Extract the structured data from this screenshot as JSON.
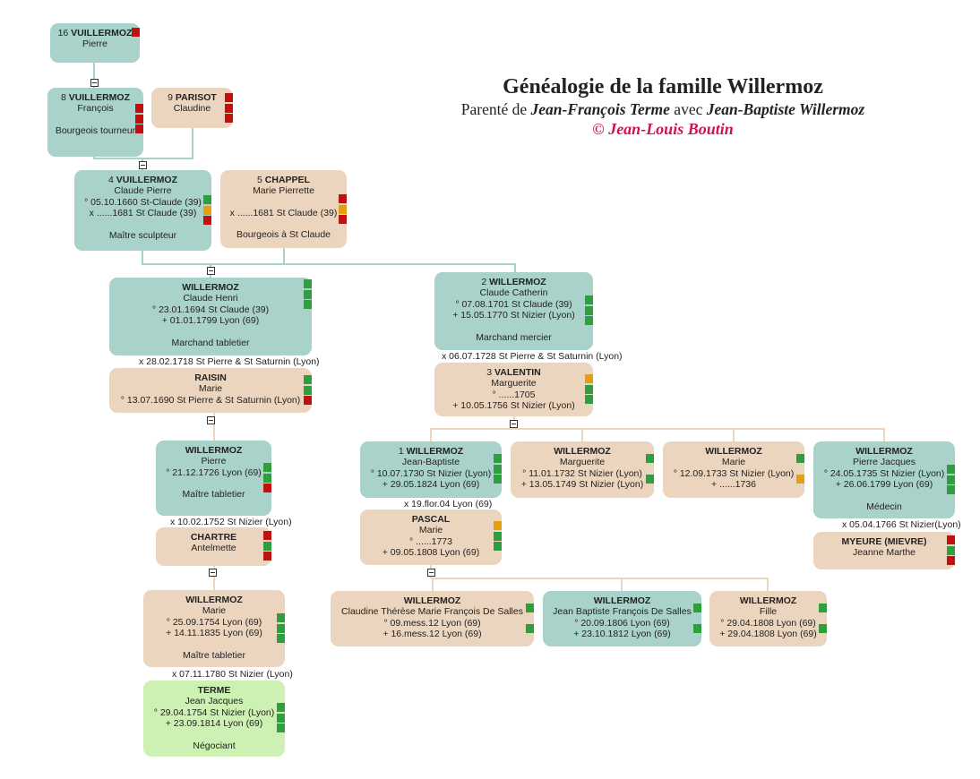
{
  "header": {
    "title": "Généalogie de la famille Willermoz",
    "subtitle_prefix": "Parenté de ",
    "subtitle_person1": "Jean-François Terme",
    "subtitle_mid": " avec ",
    "subtitle_person2": "Jean-Baptiste Willermoz",
    "copyright": "© Jean-Louis Boutin"
  },
  "colors": {
    "teal": "#a9d3ca",
    "tan": "#ecd5bf",
    "green": "#ccf1b2",
    "flag_red": "#c0100f",
    "flag_green": "#2e9e3e",
    "flag_orange": "#e0a010",
    "copyright": "#d4124a"
  },
  "persons": [
    {
      "num": "16",
      "surname": "VUILLERMOZ",
      "given": "Pierre",
      "events": [],
      "occupation": "",
      "color": "teal",
      "flags": [
        "red"
      ]
    },
    {
      "num": "8",
      "surname": "VUILLERMOZ",
      "given": "François",
      "events": [],
      "occupation": "Bourgeois tourneur",
      "color": "teal",
      "flags": [
        "red",
        "red",
        "red"
      ]
    },
    {
      "num": "9",
      "surname": "PARISOT",
      "given": "Claudine",
      "events": [],
      "occupation": "",
      "color": "tan",
      "flags": [
        "red",
        "red",
        "red"
      ]
    },
    {
      "num": "4",
      "surname": "VUILLERMOZ",
      "given": "Claude Pierre",
      "events": [
        "° 05.10.1660 St-Claude (39)",
        "x ......1681 St Claude (39)"
      ],
      "occupation": "Maître sculpteur",
      "color": "teal",
      "flags": [
        "green",
        "orange",
        "red"
      ]
    },
    {
      "num": "5",
      "surname": "CHAPPEL",
      "given": "Marie Pierrette",
      "events": [
        "",
        "x ......1681 St Claude (39)"
      ],
      "occupation": "Bourgeois à St Claude",
      "color": "tan",
      "flags": [
        "red",
        "orange",
        "red"
      ]
    },
    {
      "num": "",
      "surname": "WILLERMOZ",
      "given": "Claude Henri",
      "events": [
        "° 23.01.1694 St Claude (39)",
        "+ 01.01.1799 Lyon (69)"
      ],
      "occupation": "Marchand tabletier",
      "color": "teal",
      "flags": [
        "green",
        "green",
        "green"
      ]
    },
    {
      "num": "",
      "surname": "RAISIN",
      "given": "Marie",
      "events": [
        "° 13.07.1690 St Pierre & St Saturnin (Lyon)"
      ],
      "occupation": "",
      "color": "tan",
      "flags": [
        "green",
        "green",
        "red"
      ]
    },
    {
      "num": "",
      "surname": "WILLERMOZ",
      "given": "Pierre",
      "events": [
        "° 21.12.1726 Lyon (69)"
      ],
      "occupation": "Maître tabletier",
      "color": "teal",
      "flags": [
        "green",
        "green",
        "red"
      ]
    },
    {
      "num": "",
      "surname": "CHARTRE",
      "given": "Antelmette",
      "events": [],
      "occupation": "",
      "color": "tan",
      "flags": [
        "red",
        "green",
        "red"
      ]
    },
    {
      "num": "",
      "surname": "WILLERMOZ",
      "given": "Marie",
      "events": [
        "° 25.09.1754 Lyon (69)",
        "+ 14.11.1835 Lyon (69)"
      ],
      "occupation": "Maître tabletier",
      "color": "tan",
      "flags": [
        "green",
        "green",
        "green"
      ]
    },
    {
      "num": "",
      "surname": "TERME",
      "given": "Jean Jacques",
      "events": [
        "° 29.04.1754 St Nizier (Lyon)",
        "+ 23.09.1814 Lyon (69)"
      ],
      "occupation": "Négociant",
      "color": "green",
      "flags": [
        "green",
        "green",
        "green"
      ]
    },
    {
      "num": "2",
      "surname": "WILLERMOZ",
      "given": "Claude Catherin",
      "events": [
        "° 07.08.1701 St Claude (39)",
        "+ 15.05.1770 St Nizier (Lyon)"
      ],
      "occupation": "Marchand mercier",
      "color": "teal",
      "flags": [
        "green",
        "green",
        "green"
      ]
    },
    {
      "num": "3",
      "surname": "VALENTIN",
      "given": "Marguerite",
      "events": [
        "° ......1705",
        "+ 10.05.1756 St Nizier (Lyon)"
      ],
      "occupation": "",
      "color": "tan",
      "flags": [
        "orange",
        "green",
        "green"
      ]
    },
    {
      "num": "1",
      "surname": "WILLERMOZ",
      "given": "Jean-Baptiste",
      "events": [
        "° 10.07.1730 St Nizier (Lyon)",
        "+ 29.05.1824 Lyon (69)"
      ],
      "occupation": "",
      "color": "teal",
      "flags": [
        "green",
        "green",
        "green"
      ]
    },
    {
      "num": "",
      "surname": "PASCAL",
      "given": "Marie",
      "events": [
        "° ......1773",
        "+ 09.05.1808 Lyon (69)"
      ],
      "occupation": "",
      "color": "tan",
      "flags": [
        "orange",
        "green",
        "green"
      ]
    },
    {
      "num": "",
      "surname": "WILLERMOZ",
      "given": "Marguerite",
      "events": [
        "° 11.01.1732 St Nizier (Lyon)",
        "+ 13.05.1749 St Nizier (Lyon)"
      ],
      "occupation": "",
      "color": "tan",
      "flags": [
        "green",
        "gap",
        "green"
      ]
    },
    {
      "num": "",
      "surname": "WILLERMOZ",
      "given": "Marie",
      "events": [
        "° 12.09.1733 St Nizier (Lyon)",
        "+ ......1736"
      ],
      "occupation": "",
      "color": "tan",
      "flags": [
        "green",
        "gap",
        "orange"
      ]
    },
    {
      "num": "",
      "surname": "WILLERMOZ",
      "given": "Pierre Jacques",
      "events": [
        "° 24.05.1735 St Nizier (Lyon)",
        "+ 26.06.1799 Lyon (69)"
      ],
      "occupation": "Médecin",
      "color": "teal",
      "flags": [
        "green",
        "green",
        "green"
      ]
    },
    {
      "num": "",
      "surname": "MYEURE (MIEVRE)",
      "given": "Jeanne Marthe",
      "events": [],
      "occupation": "",
      "color": "tan",
      "flags": [
        "red",
        "green",
        "red"
      ]
    },
    {
      "num": "",
      "surname": "WILLERMOZ",
      "given": "Claudine Thérèse Marie François De Salles",
      "events": [
        "° 09.mess.12 Lyon (69)",
        "+ 16.mess.12 Lyon (69)"
      ],
      "occupation": "",
      "color": "tan",
      "flags": [
        "green",
        "gap",
        "green"
      ]
    },
    {
      "num": "",
      "surname": "WILLERMOZ",
      "given": "Jean Baptiste François De Salles",
      "events": [
        "° 20.09.1806 Lyon (69)",
        "+ 23.10.1812 Lyon (69)"
      ],
      "occupation": "",
      "color": "teal",
      "flags": [
        "green",
        "gap",
        "green"
      ]
    },
    {
      "num": "",
      "surname": "WILLERMOZ",
      "given": "Fille",
      "events": [
        "° 29.04.1808 Lyon (69)",
        "+ 29.04.1808 Lyon (69)"
      ],
      "occupation": "",
      "color": "tan",
      "flags": [
        "green",
        "gap",
        "green"
      ]
    }
  ],
  "marriages": [
    "x 28.02.1718 St Pierre & St Saturnin (Lyon)",
    "x 10.02.1752 St Nizier (Lyon)",
    "x 07.11.1780 St Nizier (Lyon)",
    "x 06.07.1728 St Pierre & St Saturnin (Lyon)",
    "x 19.flor.04 Lyon (69)",
    "x 05.04.1766 St Nizier(Lyon)"
  ]
}
